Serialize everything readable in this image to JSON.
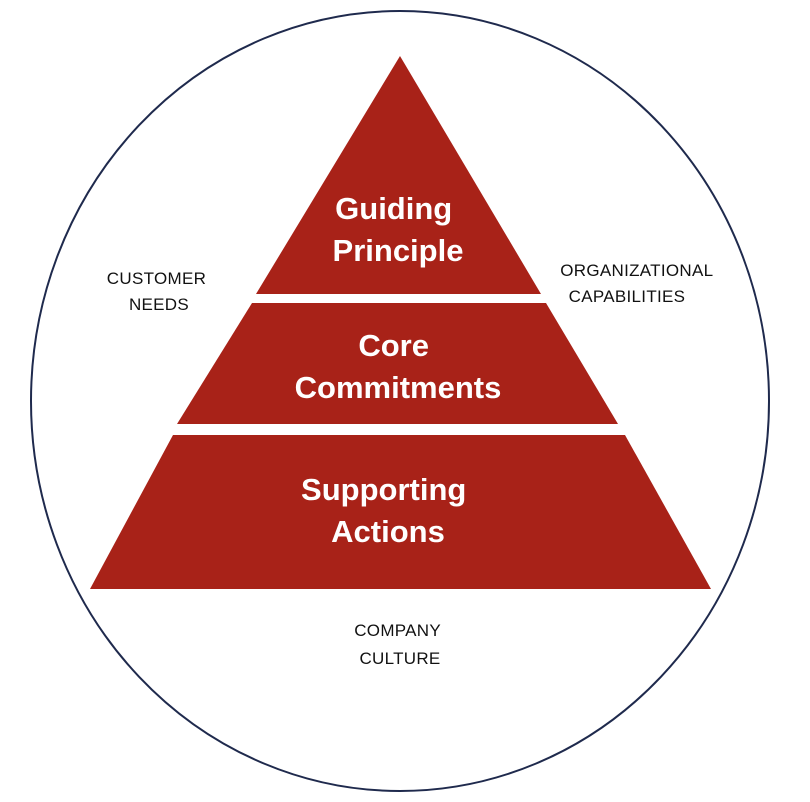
{
  "colors": {
    "pyramid_fill": "#a82218",
    "circle_stroke": "#1f2a4d",
    "background": "#ffffff",
    "tier_text": "#ffffff",
    "context_text": "#111111"
  },
  "pyramid": {
    "tiers": [
      {
        "line1": "Guiding",
        "line2": "Principle"
      },
      {
        "line1": "Core",
        "line2": "Commitments"
      },
      {
        "line1": "Supporting",
        "line2": "Actions"
      }
    ]
  },
  "context": {
    "customer_needs": {
      "line1": "CUSTOMER",
      "line2": "NEEDS"
    },
    "organizational_capabilities": {
      "line1": "ORGANIZATIONAL",
      "line2": "CAPABILITIES"
    },
    "company_culture": {
      "line1": "COMPANY",
      "line2": "CULTURE"
    }
  }
}
